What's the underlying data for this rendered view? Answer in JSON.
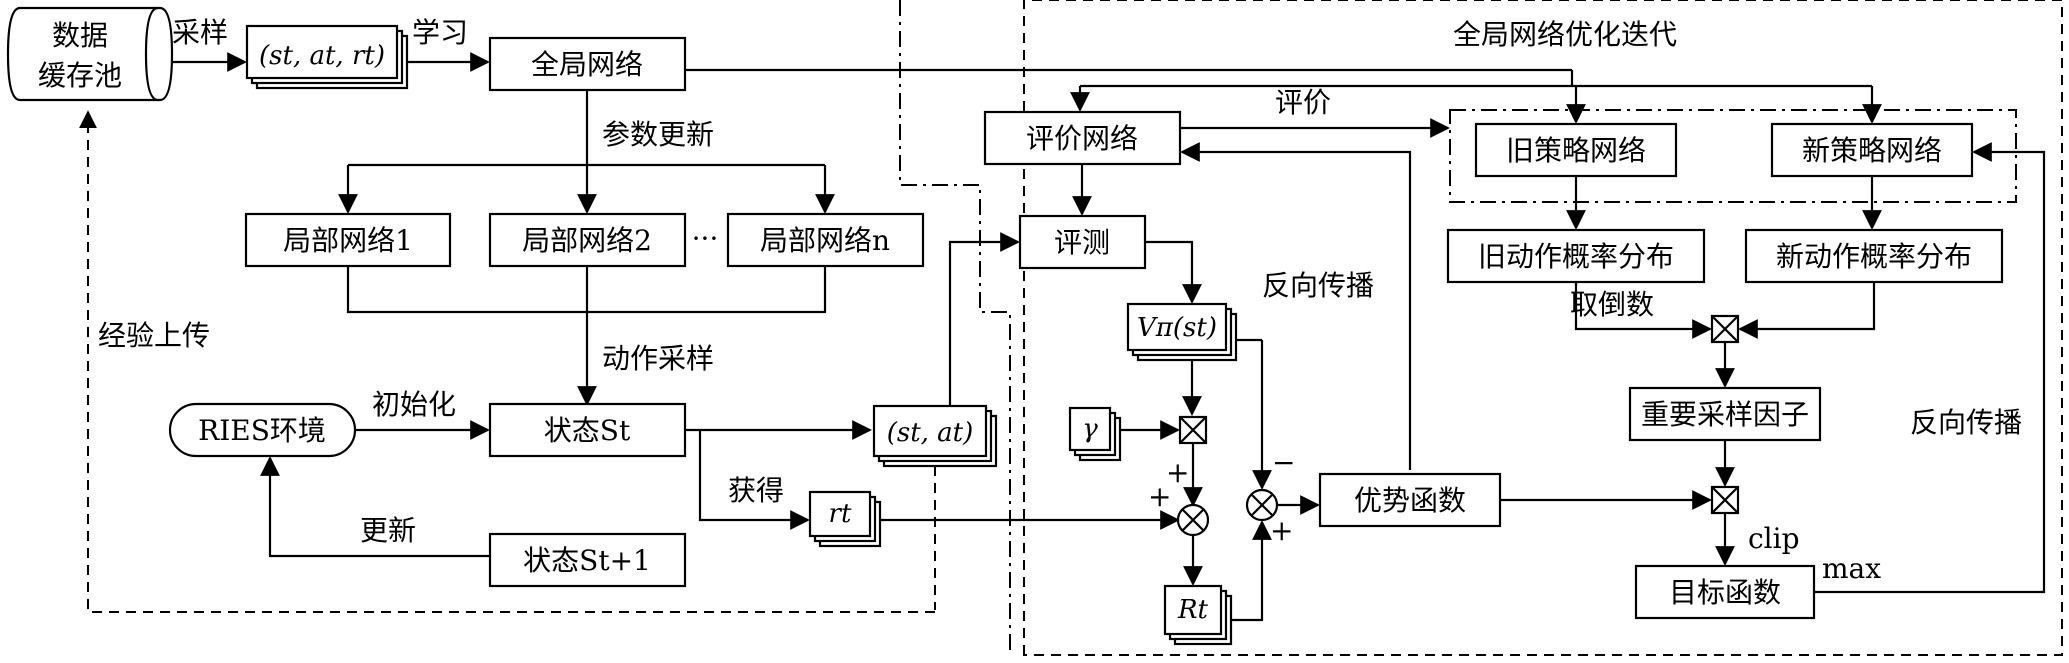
{
  "labels": {
    "data_pool_line1": "数据",
    "data_pool_line2": "缓存池",
    "sample": "采样",
    "transition_tuple": "(st, at, rt)",
    "learn": "学习",
    "global_network": "全局网络",
    "param_update": "参数更新",
    "local_net_1": "局部网络1",
    "local_net_2": "局部网络2",
    "ellipsis": "···",
    "local_net_n": "局部网络n",
    "experience_upload": "经验上传",
    "action_sampling": "动作采样",
    "ries_env": "RIES环境",
    "initialize": "初始化",
    "state_st": "状态St",
    "state_tuple": "(st, at)",
    "obtain": "获得",
    "reward": "rt",
    "update": "更新",
    "state_st1": "状态St+1",
    "global_iter_title": "全局网络优化迭代",
    "critic_network": "评价网络",
    "evaluate": "评价",
    "old_policy": "旧策略网络",
    "new_policy": "新策略网络",
    "assess": "评测",
    "backprop_1": "反向传播",
    "old_action_dist": "旧动作概率分布",
    "new_action_dist": "新动作概率分布",
    "reciprocal": "取倒数",
    "value_fn": "Vπ(st)",
    "gamma": "γ",
    "importance_factor": "重要采样因子",
    "backprop_2": "反向传播",
    "advantage_fn": "优势函数",
    "clip": "clip",
    "max": "max",
    "objective_fn": "目标函数",
    "return_rt": "Rt",
    "plus": "+",
    "minus": "−"
  }
}
